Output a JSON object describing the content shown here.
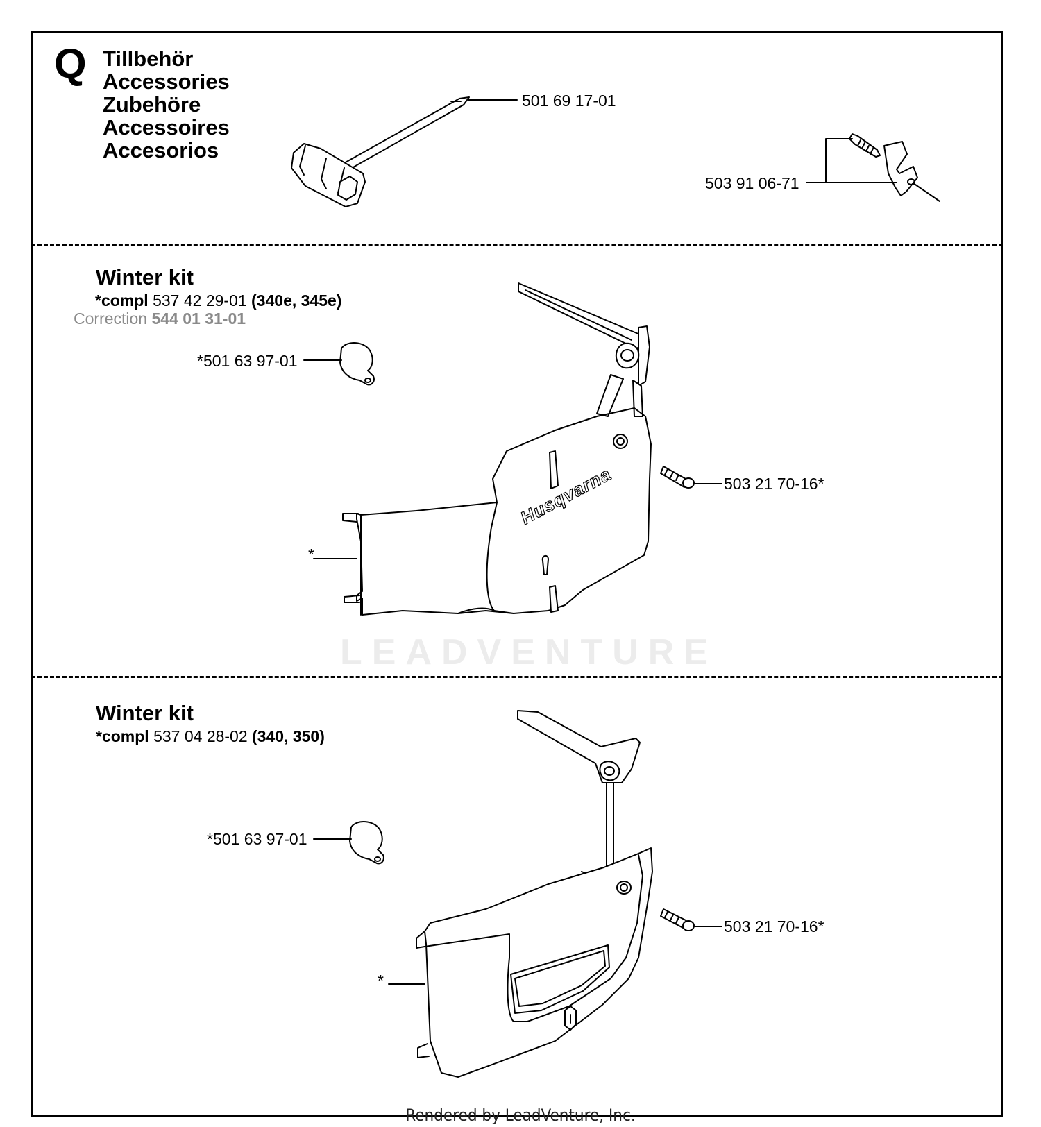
{
  "section_letter": "Q",
  "accessories_titles": [
    "Tillbehör",
    "Accessories",
    "Zubehöre",
    "Accessoires",
    "Accesorios"
  ],
  "top_parts": {
    "wrench": "501 69 17-01",
    "clip": "503 91 06-71"
  },
  "kit1": {
    "title": "Winter kit",
    "compl_prefix": "*compl",
    "compl_number": " 537 42 29-01 ",
    "compl_models": "(340e, 345e)",
    "correction_label": "Correction ",
    "correction_number": "544 01 31-01",
    "plug": "*501 63 97-01",
    "screw": "503 21 70-16*",
    "cover": "*",
    "brand": "Husqvarna"
  },
  "kit2": {
    "title": "Winter kit",
    "compl_prefix": "*compl",
    "compl_number": " 537 04 28-02 ",
    "compl_models": "(340, 350)",
    "plug": "*501 63 97-01",
    "screw": "503 21 70-16*",
    "cover": "*"
  },
  "watermark": "LEADVENTURE",
  "footer": "Rendered by LeadVenture, Inc."
}
